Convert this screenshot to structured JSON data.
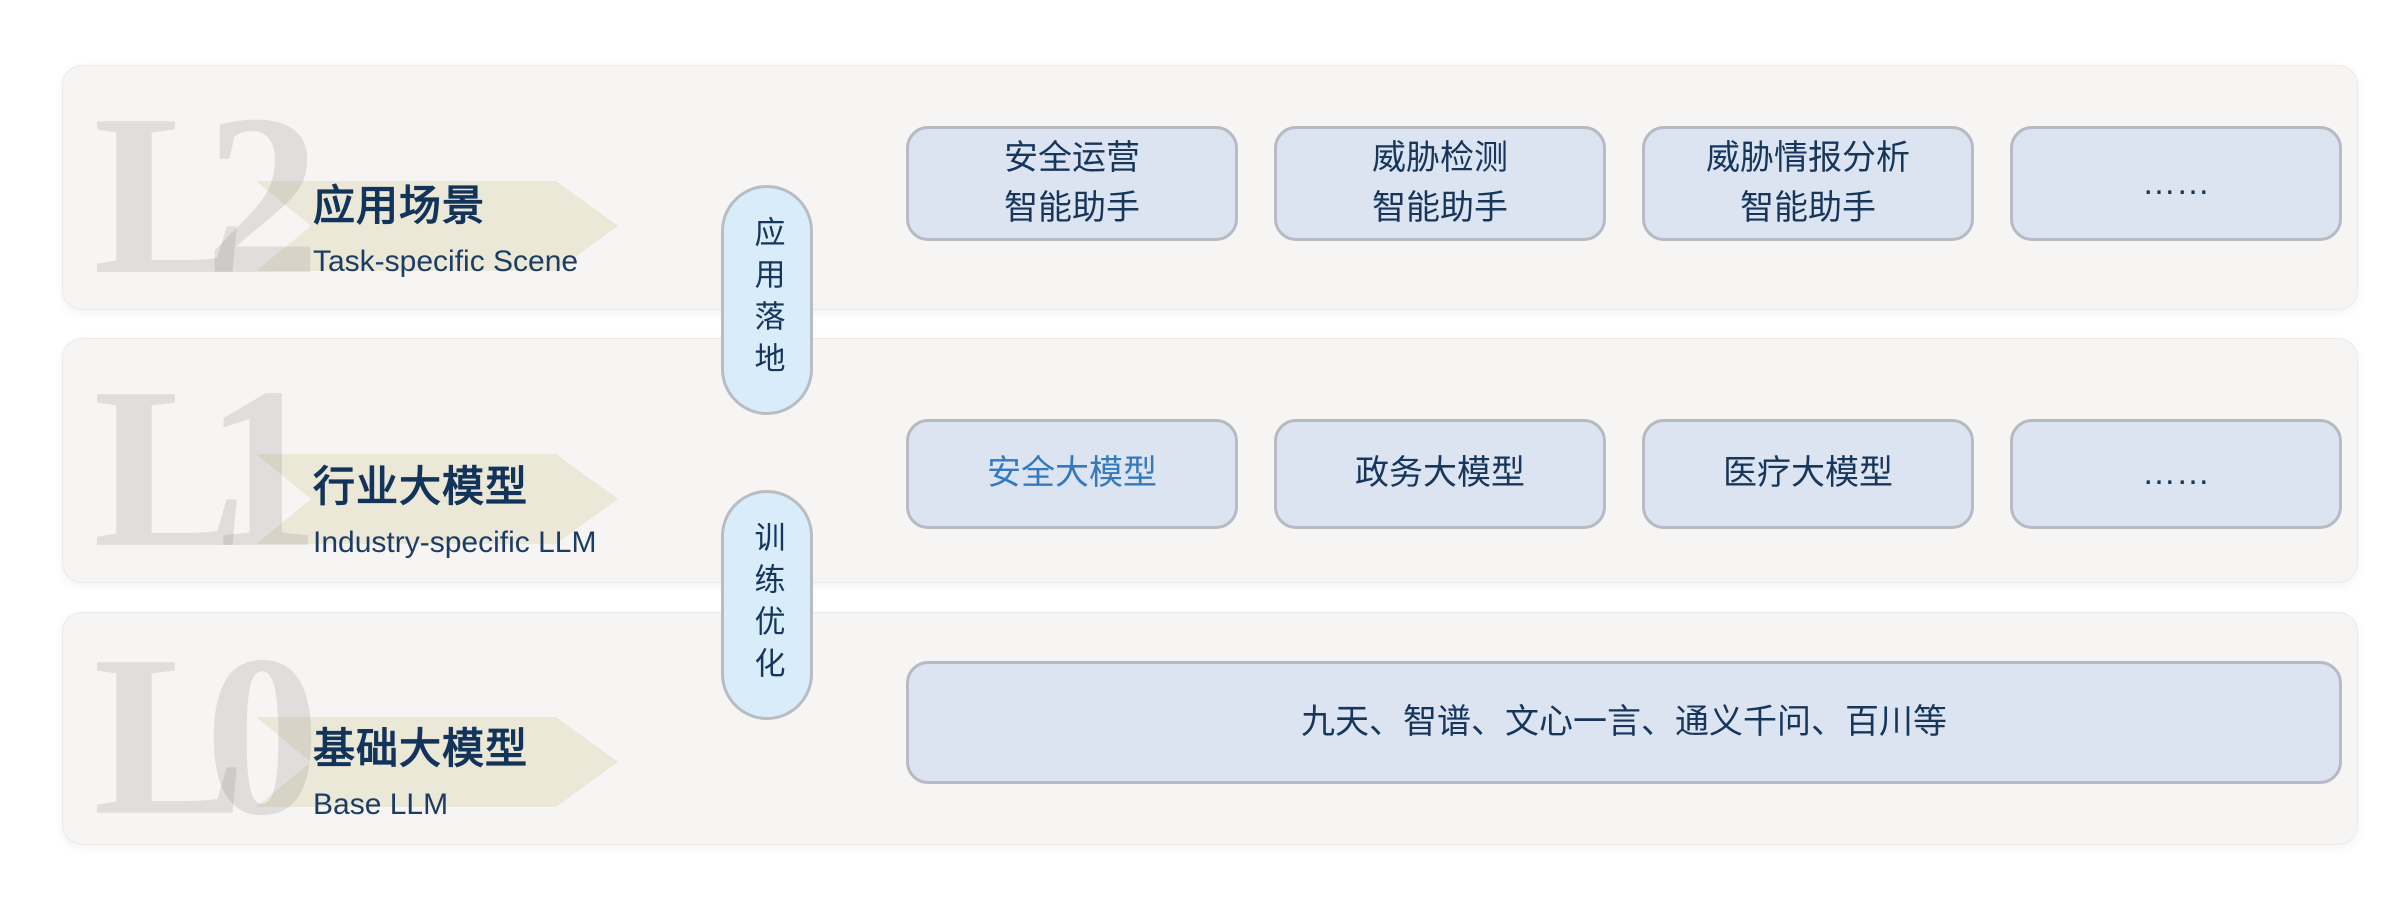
{
  "colors": {
    "panel-bg": "#f6f5f4",
    "panel-border": "#eceae9",
    "box-bg": "#dce4f1",
    "box-border": "#b6bac1",
    "pill-bg": "#d8ecfa",
    "pill-border": "#b9bdc2",
    "navy": "#16365c",
    "accent-blue": "#3579bd",
    "arrow-beige": "#ece8d8",
    "watermark-gray": "#e5e4e3"
  },
  "layers": [
    {
      "id": "L2",
      "watermark": "L2",
      "title_zh": "应用场景",
      "title_en": "Task-specific Scene",
      "boxes": [
        {
          "label": "安全运营\n智能助手"
        },
        {
          "label": "威胁检测\n智能助手"
        },
        {
          "label": "威胁情报分析\n智能助手"
        },
        {
          "label": "……"
        }
      ]
    },
    {
      "id": "L1",
      "watermark": "L1",
      "title_zh": "行业大模型",
      "title_en": "Industry-specific LLM",
      "boxes": [
        {
          "label": "安全大模型"
        },
        {
          "label": "政务大模型"
        },
        {
          "label": "医疗大模型"
        },
        {
          "label": "……"
        }
      ]
    },
    {
      "id": "L0",
      "watermark": "L0",
      "title_zh": "基础大模型",
      "title_en": "Base LLM",
      "boxes": [
        {
          "label": "九天、智谱、文心一言、通义千问、百川等"
        }
      ]
    }
  ],
  "connectors": [
    {
      "label": "应用落地"
    },
    {
      "label": "训练优化"
    }
  ]
}
